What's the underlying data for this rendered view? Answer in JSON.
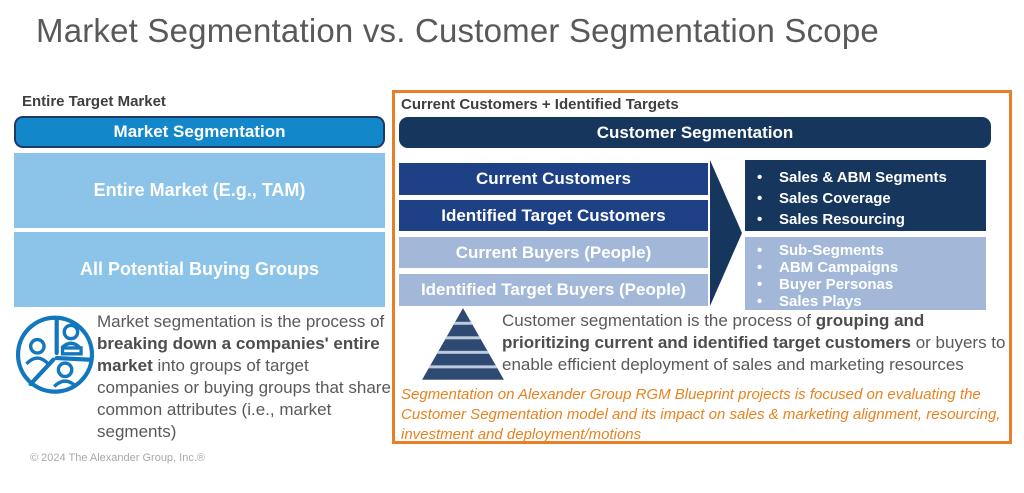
{
  "title": "Market Segmentation vs. Customer Segmentation Scope",
  "colors": {
    "accent_orange": "#e87e28",
    "navy_dark": "#17365d",
    "navy_mid": "#1e4185",
    "blue_bright": "#1287c9",
    "blue_sky": "#8cc3e8",
    "bluegray_light": "#a3b8d8",
    "icon_blue": "#1277bd",
    "title_gray": "#595959"
  },
  "left": {
    "label": "Entire Target Market",
    "header": "Market Segmentation",
    "boxes": [
      "Entire Market (E.g., TAM)",
      "All Potential Buying Groups"
    ],
    "icon": "customer-segments-icon",
    "description": {
      "pre": "Market segmentation is the process of ",
      "bold": "breaking down a companies' entire market",
      "post": " into groups of target companies or buying groups that share common attributes (i.e., market segments)"
    }
  },
  "right": {
    "label": "Current Customers + Identified Targets",
    "header": "Customer Segmentation",
    "stack": [
      {
        "label": "Current Customers",
        "style": "dark"
      },
      {
        "label": "Identified Target Customers",
        "style": "dark"
      },
      {
        "label": "Current Buyers (People)",
        "style": "light"
      },
      {
        "label": "Identified Target Buyers (People)",
        "style": "light"
      }
    ],
    "arrow_icon": "right-arrow-icon",
    "outputs": [
      {
        "style": "dark",
        "items": [
          "Sales & ABM Segments",
          "Sales Coverage",
          "Sales Resourcing"
        ]
      },
      {
        "style": "light",
        "items": [
          "Sub-Segments",
          "ABM Campaigns",
          "Buyer Personas",
          "Sales Plays"
        ]
      }
    ],
    "pyramid_icon": "pyramid-icon",
    "description": {
      "pre": "Customer segmentation is the process of ",
      "bold": "grouping and prioritizing current and identified target customers",
      "post": " or buyers to enable efficient deployment of sales and marketing resources"
    },
    "note": "Segmentation on Alexander Group RGM Blueprint projects is focused on evaluating the Customer Segmentation model and its impact on sales & marketing alignment, resourcing, investment and deployment/motions"
  },
  "footer": {
    "copyright": "© 2024 The Alexander Group, Inc.®"
  }
}
